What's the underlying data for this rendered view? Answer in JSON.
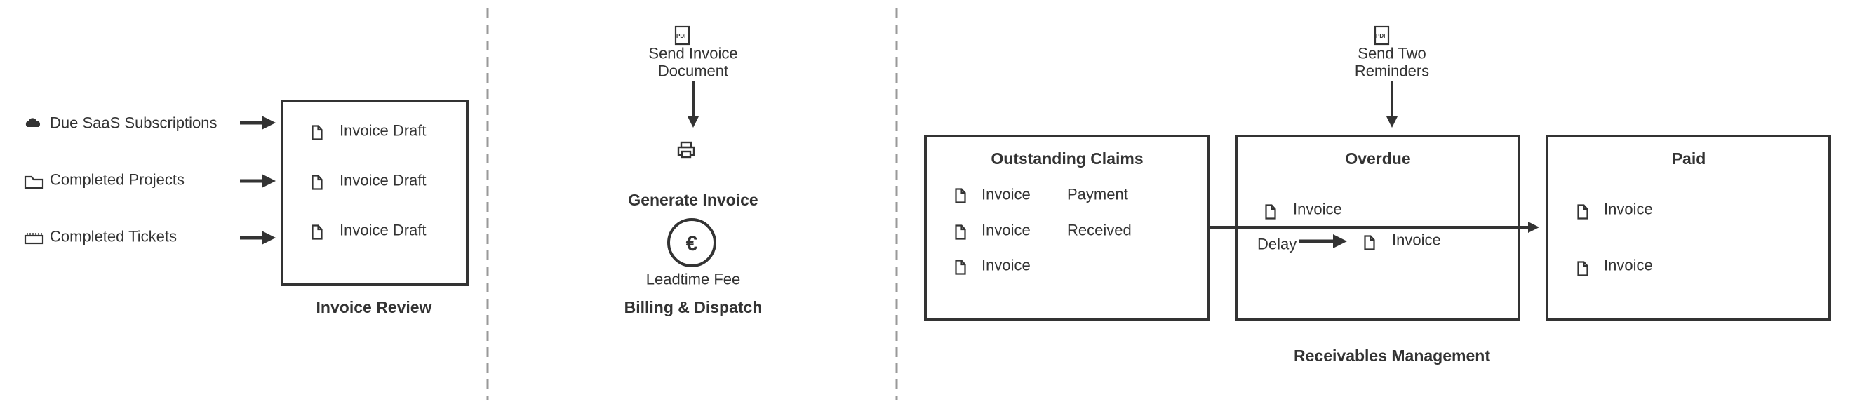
{
  "colors": {
    "stroke": "#333333",
    "divider": "#999999",
    "background": "#ffffff"
  },
  "invoice_review": {
    "sources": [
      {
        "label": "Due SaaS Subscriptions",
        "icon": "cloud-icon"
      },
      {
        "label": "Completed Projects",
        "icon": "folder-icon"
      },
      {
        "label": "Completed Tickets",
        "icon": "ticket-icon"
      }
    ],
    "drafts": [
      "Invoice Draft",
      "Invoice Draft",
      "Invoice Draft"
    ],
    "title": "Invoice Review"
  },
  "billing": {
    "send_line1": "Send Invoice",
    "send_line2": "Document",
    "pdf_icon": "PDF",
    "generate": "Generate Invoice",
    "fee_symbol": "€",
    "fee": "Leadtime Fee",
    "title": "Billing & Dispatch"
  },
  "receivables": {
    "reminder_line1": "Send Two",
    "reminder_line2": "Reminders",
    "pdf_icon": "PDF",
    "outstanding": {
      "title": "Outstanding Claims",
      "invoices": [
        "Invoice",
        "Invoice",
        "Invoice"
      ],
      "payment_line1": "Payment",
      "payment_line2": "Received"
    },
    "overdue": {
      "title": "Overdue",
      "invoice1": "Invoice",
      "delay": "Delay",
      "invoice2": "Invoice"
    },
    "paid": {
      "title": "Paid",
      "invoices": [
        "Invoice",
        "Invoice"
      ]
    },
    "title": "Receivables Management"
  }
}
